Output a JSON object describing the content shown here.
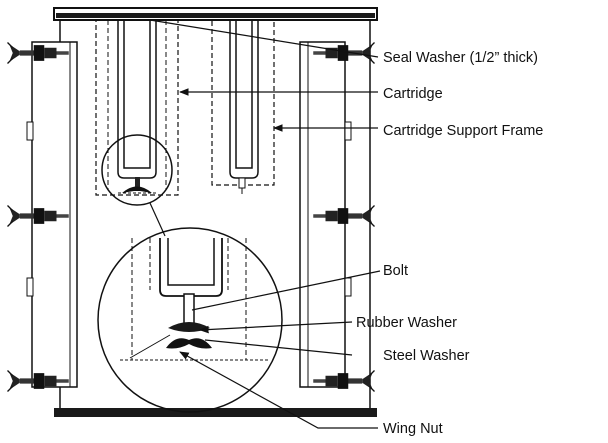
{
  "labels": {
    "seal_washer": "Seal Washer (1/2” thick)",
    "cartridge": "Cartridge",
    "cartridge_support_frame": "Cartridge Support Frame",
    "bolt": "Bolt",
    "rubber_washer": "Rubber Washer",
    "steel_washer": "Steel Washer",
    "wing_nut": "Wing Nut"
  },
  "colors": {
    "ink": "#111111",
    "background": "#ffffff"
  }
}
